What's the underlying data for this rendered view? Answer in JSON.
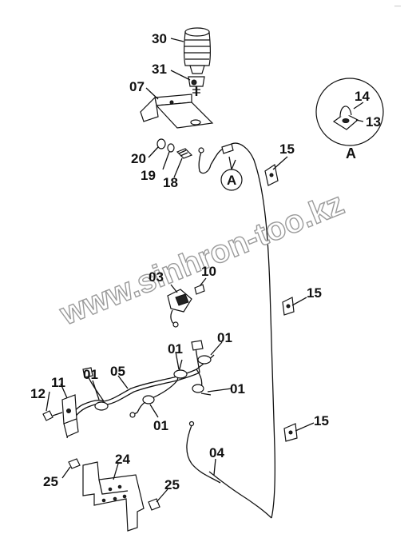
{
  "corner_mark": "—",
  "watermark": "www.sinhron-too.kz",
  "detail_view": {
    "label": "A",
    "callout": "A"
  },
  "labels": {
    "p30": "30",
    "p31": "31",
    "p07": "07",
    "p20": "20",
    "p19": "19",
    "p18": "18",
    "p15a": "15",
    "p15b": "15",
    "p15c": "15",
    "p14": "14",
    "p13": "13",
    "p03": "03",
    "p10": "10",
    "p01a": "01",
    "p01b": "01",
    "p01c": "01",
    "p01d": "01",
    "p01e": "01",
    "p05": "05",
    "p11": "11",
    "p12": "12",
    "p04": "04",
    "p24": "24",
    "p25a": "25",
    "p25b": "25"
  }
}
